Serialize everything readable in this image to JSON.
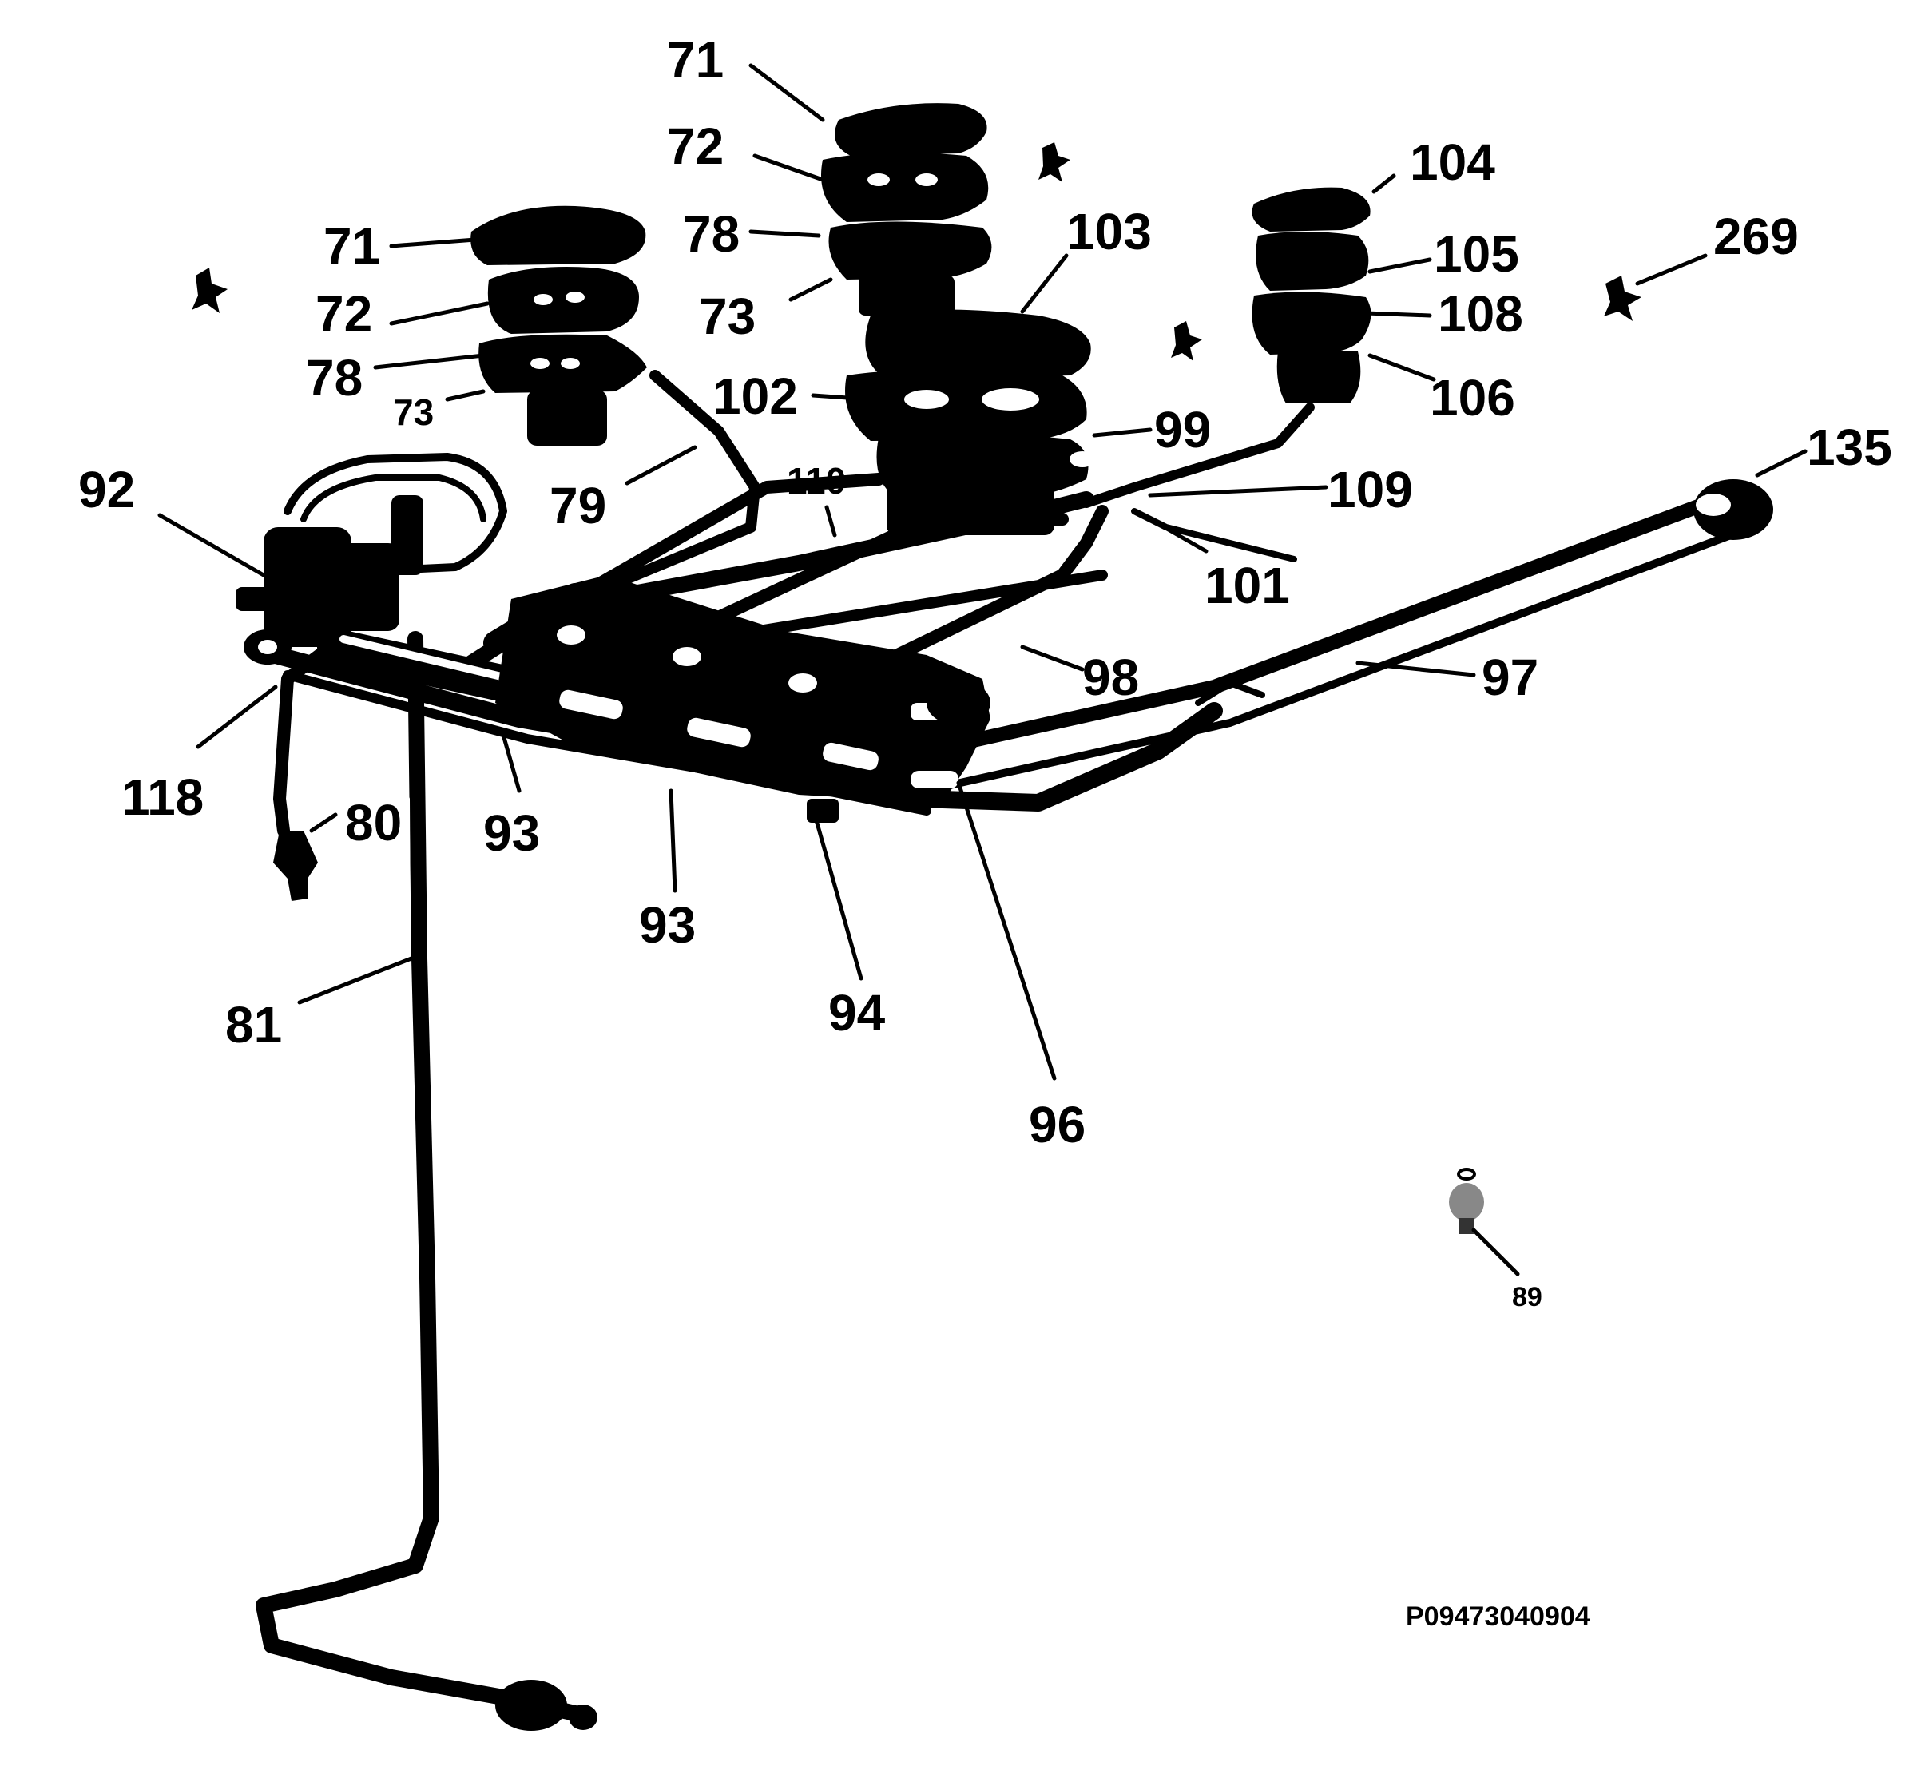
{
  "diagram": {
    "figure_code": "P09473040904",
    "labels": [
      {
        "id": "l71a",
        "text": "71"
      },
      {
        "id": "l72a",
        "text": "72"
      },
      {
        "id": "l78a",
        "text": "78"
      },
      {
        "id": "l73a",
        "text": "73"
      },
      {
        "id": "l71b",
        "text": "71"
      },
      {
        "id": "l72b",
        "text": "72"
      },
      {
        "id": "l78b",
        "text": "78"
      },
      {
        "id": "l73b",
        "text": "73"
      },
      {
        "id": "l104",
        "text": "104"
      },
      {
        "id": "l103",
        "text": "103"
      },
      {
        "id": "l105",
        "text": "105"
      },
      {
        "id": "l108",
        "text": "108"
      },
      {
        "id": "l106",
        "text": "106"
      },
      {
        "id": "l269",
        "text": "269"
      },
      {
        "id": "l102",
        "text": "102"
      },
      {
        "id": "l99",
        "text": "99"
      },
      {
        "id": "l135",
        "text": "135"
      },
      {
        "id": "l92",
        "text": "92"
      },
      {
        "id": "l79",
        "text": "79"
      },
      {
        "id": "l110",
        "text": "110"
      },
      {
        "id": "l109",
        "text": "109"
      },
      {
        "id": "l101",
        "text": "101"
      },
      {
        "id": "l98",
        "text": "98"
      },
      {
        "id": "l97",
        "text": "97"
      },
      {
        "id": "l118",
        "text": "118"
      },
      {
        "id": "l80",
        "text": "80"
      },
      {
        "id": "l93a",
        "text": "93"
      },
      {
        "id": "l93b",
        "text": "93"
      },
      {
        "id": "l94",
        "text": "94"
      },
      {
        "id": "l96",
        "text": "96"
      },
      {
        "id": "l81",
        "text": "81"
      },
      {
        "id": "l89",
        "text": "89"
      }
    ]
  }
}
